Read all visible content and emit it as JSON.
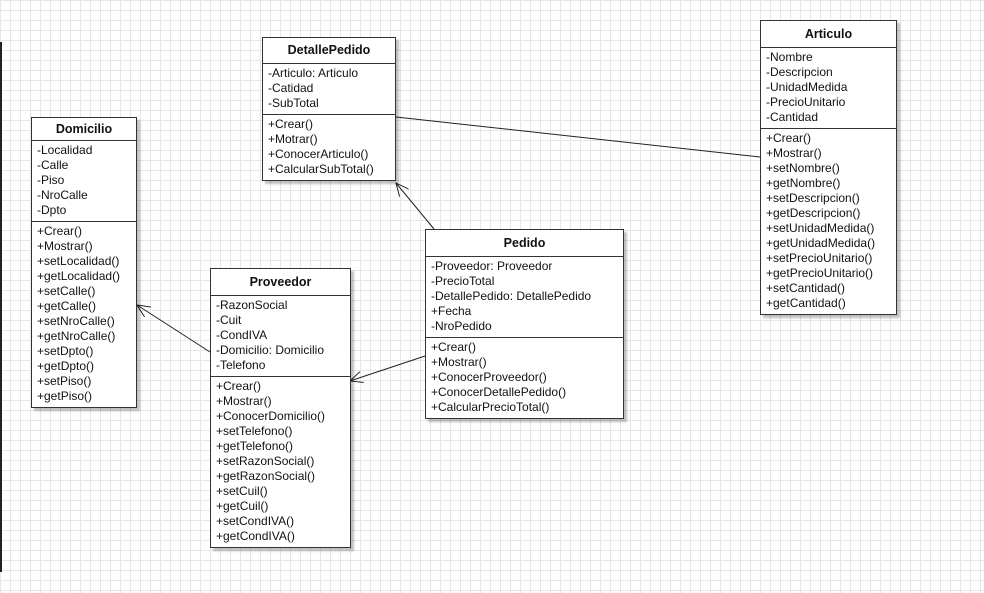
{
  "classes": {
    "domicilio": {
      "name": "Domicilio",
      "attributes": [
        "-Localidad",
        "-Calle",
        "-Piso",
        "-NroCalle",
        "-Dpto"
      ],
      "operations": [
        "+Crear()",
        "+Mostrar()",
        "+setLocalidad()",
        "+getLocalidad()",
        "+setCalle()",
        "+getCalle()",
        "+setNroCalle()",
        "+getNroCalle()",
        "+setDpto()",
        "+getDpto()",
        "+setPiso()",
        "+getPiso()"
      ]
    },
    "detalle_pedido": {
      "name": "DetallePedido",
      "attributes": [
        "-Articulo: Articulo",
        "-Catidad",
        "-SubTotal"
      ],
      "operations": [
        "+Crear()",
        "+Motrar()",
        "+ConocerArticulo()",
        "+CalcularSubTotal()"
      ]
    },
    "proveedor": {
      "name": "Proveedor",
      "attributes": [
        "-RazonSocial",
        "-Cuit",
        "-CondIVA",
        "-Domicilio: Domicilio",
        "-Telefono"
      ],
      "operations": [
        "+Crear()",
        "+Mostrar()",
        "+ConocerDomicilio()",
        "+setTelefono()",
        "+getTelefono()",
        "+setRazonSocial()",
        "+getRazonSocial()",
        "+setCuil()",
        "+getCuil()",
        "+setCondIVA()",
        "+getCondIVA()"
      ]
    },
    "pedido": {
      "name": "Pedido",
      "attributes": [
        "-Proveedor: Proveedor",
        "-PrecioTotal",
        "-DetallePedido: DetallePedido",
        "+Fecha",
        "-NroPedido"
      ],
      "operations": [
        "+Crear()",
        "+Mostrar()",
        "+ConocerProveedor()",
        "+ConocerDetallePedido()",
        "+CalcularPrecioTotal()"
      ]
    },
    "articulo": {
      "name": "Articulo",
      "attributes": [
        "-Nombre",
        "-Descripcion",
        "-UnidadMedida",
        "-PrecioUnitario",
        "-Cantidad"
      ],
      "operations": [
        "+Crear()",
        "+Mostrar()",
        "+setNombre()",
        "+getNombre()",
        "+setDescripcion()",
        "+getDescripcion()",
        "+setUnidadMedida()",
        "+getUnidadMedida()",
        "+setPrecioUnitario()",
        "+getPrecioUnitario()",
        "+setCantidad()",
        "+getCantidad()"
      ]
    }
  },
  "relations": [
    {
      "from": "proveedor",
      "to": "domicilio",
      "kind": "navigable-association"
    },
    {
      "from": "pedido",
      "to": "proveedor",
      "kind": "navigable-association"
    },
    {
      "from": "pedido",
      "to": "detalle_pedido",
      "kind": "navigable-association"
    },
    {
      "from": "detalle_pedido",
      "to": "articulo",
      "kind": "association"
    }
  ]
}
